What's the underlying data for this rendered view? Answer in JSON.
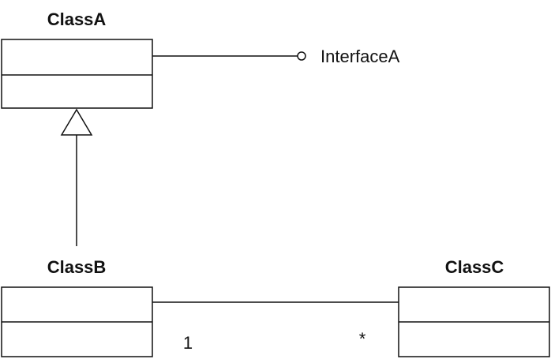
{
  "classes": {
    "class_a": {
      "name": "ClassA"
    },
    "class_b": {
      "name": "ClassB"
    },
    "class_c": {
      "name": "ClassC"
    }
  },
  "interface": {
    "name": "InterfaceA"
  },
  "association": {
    "multiplicity_left": "1",
    "multiplicity_right": "*"
  },
  "colors": {
    "stroke": "#111111",
    "background": "#ffffff"
  }
}
